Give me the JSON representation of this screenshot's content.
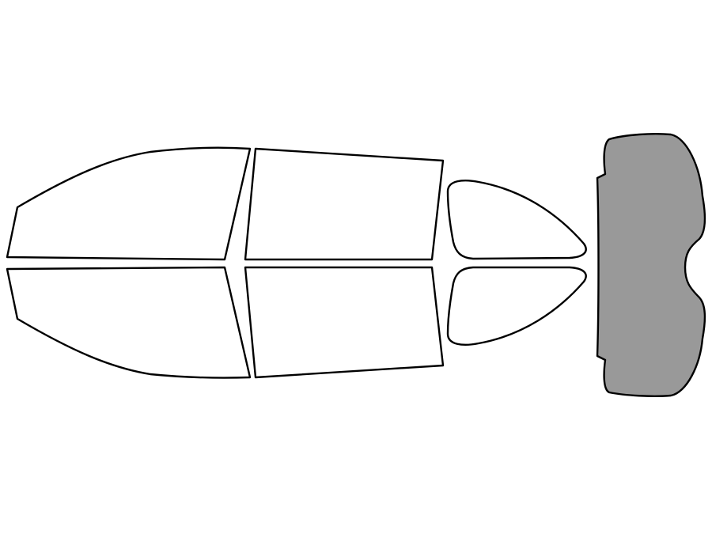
{
  "diagram": {
    "pieces": [
      {
        "id": "front-door-window-top",
        "shaded": false
      },
      {
        "id": "rear-door-window-top",
        "shaded": false
      },
      {
        "id": "quarter-window-top",
        "shaded": false
      },
      {
        "id": "front-door-window-bottom",
        "shaded": false
      },
      {
        "id": "rear-door-window-bottom",
        "shaded": false
      },
      {
        "id": "quarter-window-bottom",
        "shaded": false
      },
      {
        "id": "rear-windshield",
        "shaded": true
      }
    ],
    "colors": {
      "outline": "#000000",
      "unshaded_fill": "#ffffff",
      "shaded_fill": "#999999",
      "background": "#ffffff"
    }
  }
}
